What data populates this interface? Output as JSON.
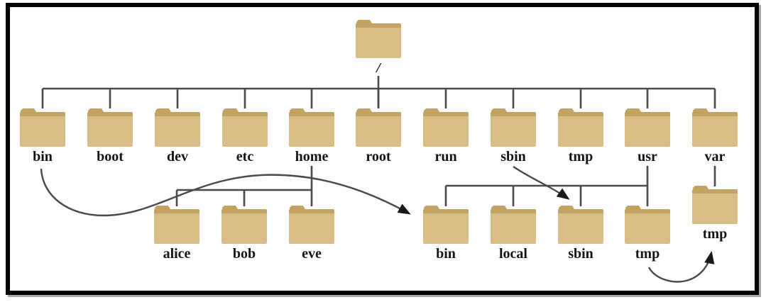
{
  "diagram": {
    "description": "Linux filesystem directory tree",
    "root": {
      "label": "/"
    },
    "level1": [
      "bin",
      "boot",
      "dev",
      "etc",
      "home",
      "root",
      "run",
      "sbin",
      "tmp",
      "usr",
      "var"
    ],
    "home_children": [
      "alice",
      "bob",
      "eve"
    ],
    "usr_children": [
      "bin",
      "local",
      "sbin",
      "tmp"
    ],
    "var_children": [
      "tmp"
    ],
    "arrows": [
      {
        "from": "bin",
        "to": "usr/bin"
      },
      {
        "from": "sbin",
        "to": "usr/sbin"
      },
      {
        "from": "usr/tmp",
        "to": "var/tmp"
      }
    ],
    "colors": {
      "folder_body": "#d9bd87",
      "folder_tab": "#c2a363",
      "line": "#4a4a4a",
      "arrowhead": "#1a1a1a",
      "frame": "#000000",
      "background": "#ffffff"
    }
  }
}
